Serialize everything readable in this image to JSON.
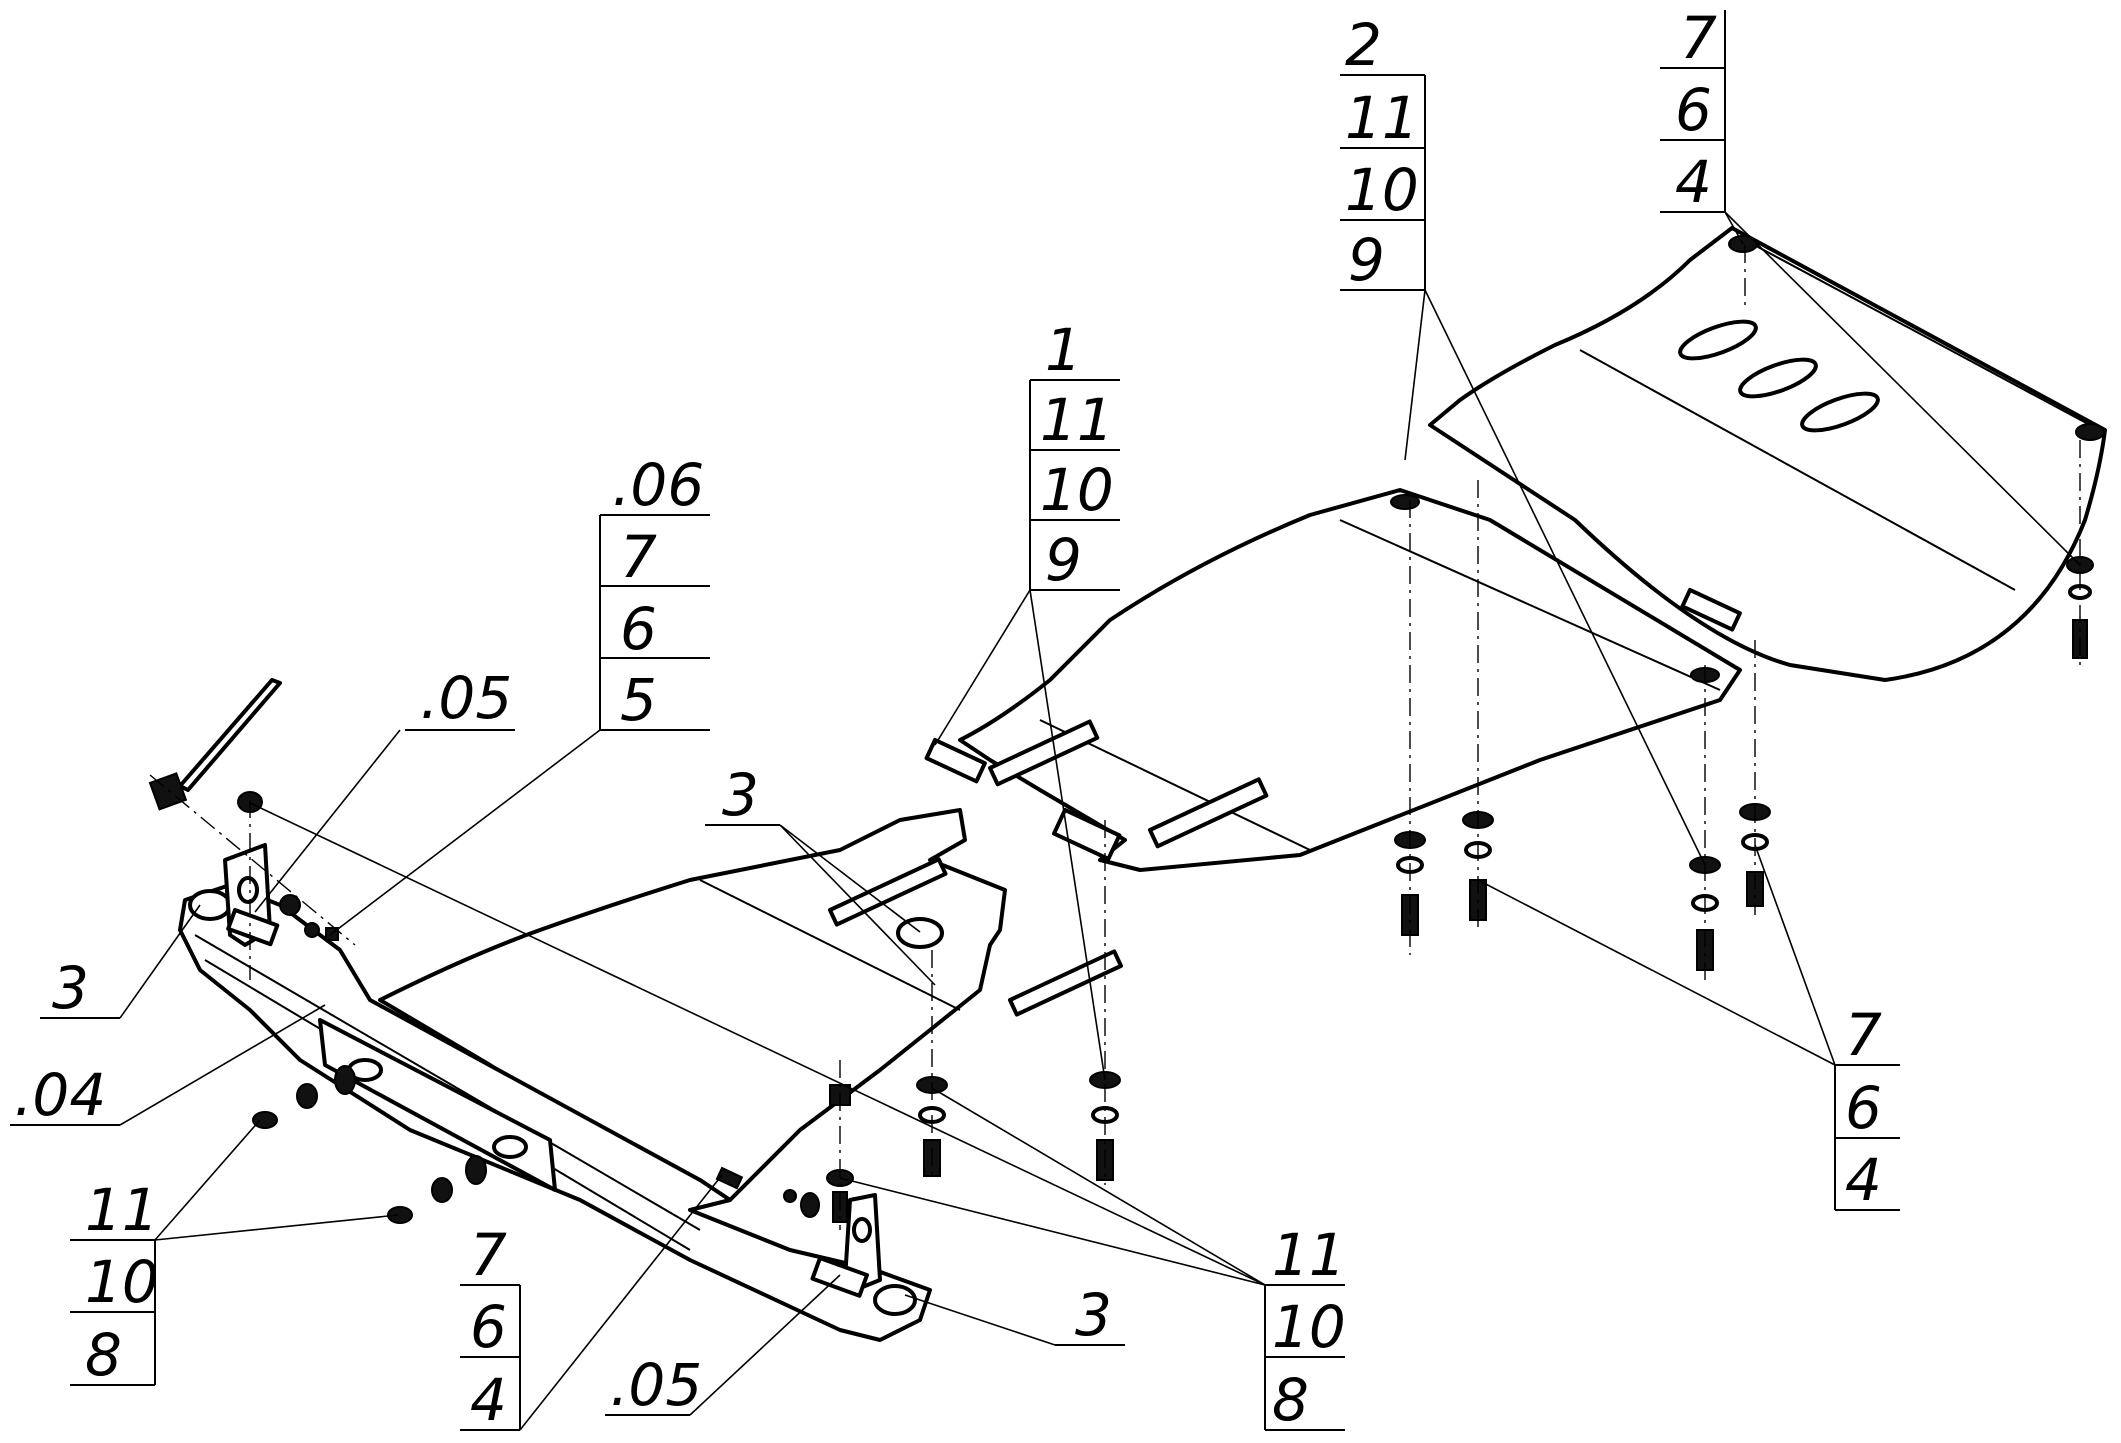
{
  "callouts": [
    {
      "id": "front-left-bracket",
      "lines": [
        ".05"
      ]
    },
    {
      "id": "front-fasteners",
      "lines": [
        ".06",
        "7",
        "6",
        "5"
      ]
    },
    {
      "id": "left-sleeve",
      "lines": [
        "3"
      ]
    },
    {
      "id": "front-plate",
      "lines": [
        ".04"
      ]
    },
    {
      "id": "front-left-bolts",
      "lines": [
        "11",
        "10",
        "8"
      ]
    },
    {
      "id": "front-right-bolts",
      "lines": [
        "7",
        "6",
        "4"
      ]
    },
    {
      "id": "front-right-bracket",
      "lines": [
        ".05"
      ]
    },
    {
      "id": "right-sleeve",
      "lines": [
        "3"
      ]
    },
    {
      "id": "center-bolts",
      "lines": [
        "11",
        "10",
        "8"
      ]
    },
    {
      "id": "center-sleeves",
      "lines": [
        "3"
      ]
    },
    {
      "id": "middle-plate",
      "lines": [
        "1",
        "11",
        "10",
        "9"
      ]
    },
    {
      "id": "rear-plate",
      "lines": [
        "2",
        "11",
        "10",
        "9"
      ]
    },
    {
      "id": "rear-top-bolts",
      "lines": [
        "7",
        "6",
        "4"
      ]
    },
    {
      "id": "rear-bottom-bolts",
      "lines": [
        "7",
        "6",
        "4"
      ]
    }
  ]
}
